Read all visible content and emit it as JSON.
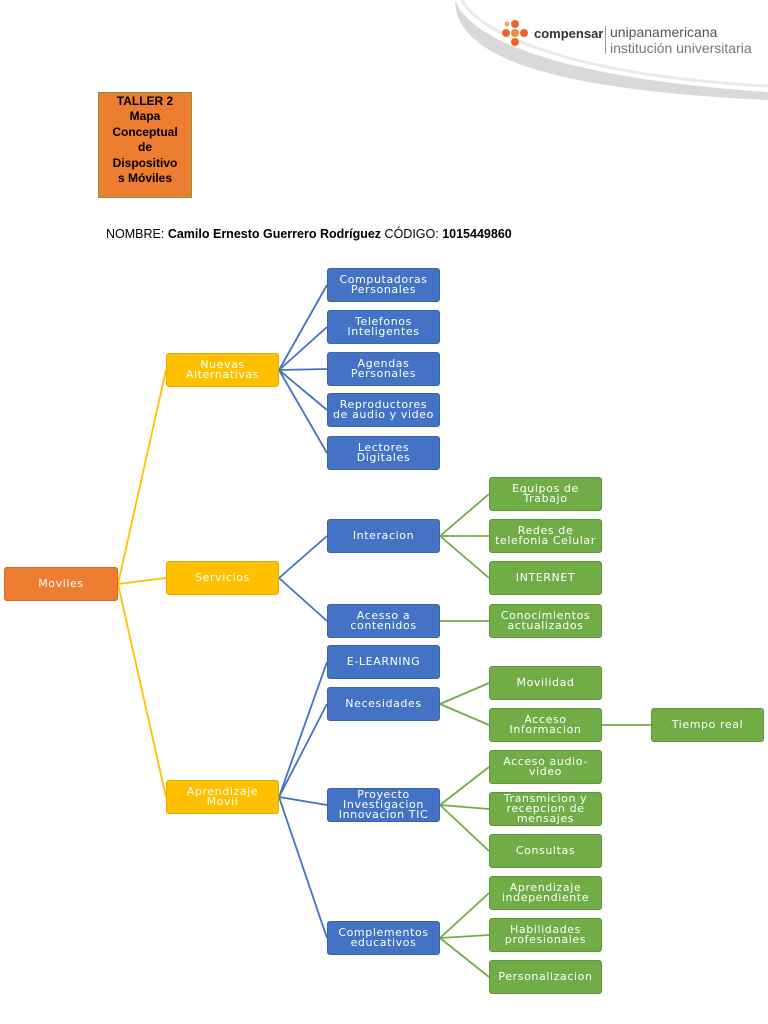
{
  "header": {
    "brand_name": "compensar",
    "institution_line1": "unipanamericana",
    "institution_line2": "institución universitaria"
  },
  "title_box": {
    "lines": [
      "TALLER 2",
      "Mapa",
      "Conceptual",
      "de",
      "Dispositivo",
      "s Móviles"
    ]
  },
  "student": {
    "name_label": "NOMBRE:",
    "name_value": "Camilo Ernesto Guerrero Rodríguez",
    "code_label": "CÓDIGO:",
    "code_value": "1015449860"
  },
  "colors": {
    "root": "#ed7d31",
    "level1": "#ffc000",
    "level2": "#4472c4",
    "level3": "#70ad47"
  },
  "map": {
    "root": "Moviles",
    "branches": [
      {
        "label": "Nuevas Alternativas",
        "children": [
          {
            "label": "Computadoras Personales"
          },
          {
            "label": "Telefonos Inteligentes"
          },
          {
            "label": "Agendas Personales"
          },
          {
            "label": "Reproductores de audio y video"
          },
          {
            "label": "Lectores Digitales"
          }
        ]
      },
      {
        "label": "Servicios",
        "children": [
          {
            "label": "Interacion",
            "children": [
              {
                "label": "Equipos de Trabajo"
              },
              {
                "label": "Redes de telefonia Celular"
              },
              {
                "label": "INTERNET"
              }
            ]
          },
          {
            "label": "Acesso a contenidos",
            "children": [
              {
                "label": "Conocimientos actualizados"
              }
            ]
          }
        ]
      },
      {
        "label": "Aprendizaje Movil",
        "children": [
          {
            "label": "E-LEARNING"
          },
          {
            "label": "Necesidades",
            "children": [
              {
                "label": "Movilidad"
              },
              {
                "label": "Acceso Informacion",
                "children": [
                  {
                    "label": "Tiempo real"
                  }
                ]
              }
            ]
          },
          {
            "label": "Proyecto Investigacion Innovacion TIC",
            "children": [
              {
                "label": "Acceso audio-video"
              },
              {
                "label": "Transmicion y recepcion de mensajes"
              },
              {
                "label": "Consultas"
              }
            ]
          },
          {
            "label": "Complementos educativos",
            "children": [
              {
                "label": "Aprendizaje independiente"
              },
              {
                "label": "Habilidades profesionales"
              },
              {
                "label": "Personalizacion"
              }
            ]
          }
        ]
      }
    ]
  }
}
